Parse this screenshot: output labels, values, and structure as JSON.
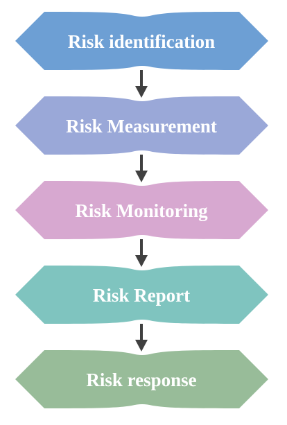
{
  "diagram": {
    "steps": [
      {
        "label": "Risk identification",
        "color": "#6d9fd4"
      },
      {
        "label": "Risk Measurement",
        "color": "#9aa8d8"
      },
      {
        "label": "Risk Monitoring",
        "color": "#d7a8d0"
      },
      {
        "label": "Risk Report",
        "color": "#7fc4bf"
      },
      {
        "label": "Risk response",
        "color": "#98bc99"
      }
    ],
    "arrow_color": "#404040",
    "text_color": "#ffffff"
  }
}
